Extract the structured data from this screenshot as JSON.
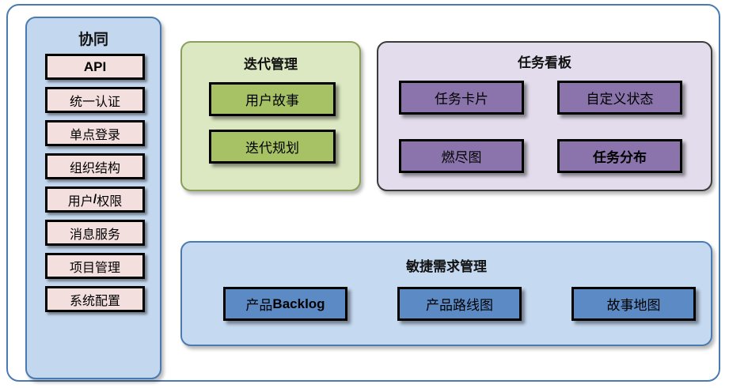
{
  "diagram": {
    "frame_border_color": "#4a7bb0",
    "background": "#ffffff"
  },
  "collaboration_panel": {
    "title": "协同",
    "background": "#c3d7ee",
    "border_color": "#4a7bb0",
    "item_background": "#f4dfdf",
    "items": [
      {
        "label": "API",
        "latin": true
      },
      {
        "label": "统一认证",
        "latin": false
      },
      {
        "label": "单点登录",
        "latin": false
      },
      {
        "label": "组织结构",
        "latin": false
      },
      {
        "label_prefix": "用户",
        "label_slash": "/",
        "label_suffix": "权限",
        "latin": false
      },
      {
        "label": "消息服务",
        "latin": false
      },
      {
        "label": "项目管理",
        "latin": false
      },
      {
        "label": "系统配置",
        "latin": false
      }
    ]
  },
  "iteration_panel": {
    "title": "迭代管理",
    "background": "#dce8c2",
    "border_color": "#8aa05a",
    "box_background": "#a6c265",
    "boxes": [
      {
        "label": "用户故事"
      },
      {
        "label": "迭代规划"
      }
    ]
  },
  "taskboard_panel": {
    "title": "任务看板",
    "background": "#e3dcec",
    "border_color": "#3b3b3b",
    "box_background": "#8a74ab",
    "boxes": [
      {
        "label": "任务卡片",
        "bold": false
      },
      {
        "label": "自定义状态",
        "bold": false
      },
      {
        "label": "燃尽图",
        "bold": false
      },
      {
        "label": "任务分布",
        "bold": true
      }
    ]
  },
  "agile_panel": {
    "title": "敏捷需求管理",
    "background": "#c5d9f1",
    "border_color": "#4a7bb0",
    "box_background": "#5b8ac5",
    "boxes": [
      {
        "label_prefix": "产品",
        "label_latin": "Backlog",
        "label": "产品Backlog",
        "mixed": true
      },
      {
        "label": "产品路线图",
        "mixed": false
      },
      {
        "label": "故事地图",
        "mixed": false
      }
    ]
  }
}
